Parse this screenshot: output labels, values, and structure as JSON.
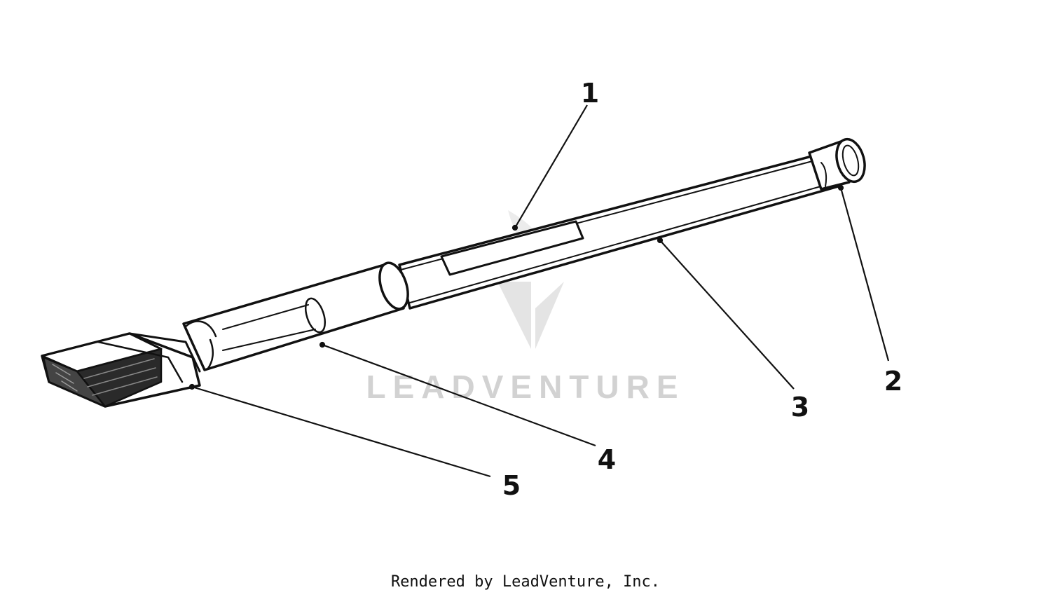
{
  "diagram": {
    "callouts": [
      "1",
      "2",
      "3",
      "4",
      "5"
    ],
    "watermark": "LEADVENTURE"
  },
  "footer": {
    "credit": "Rendered by LeadVenture, Inc."
  }
}
